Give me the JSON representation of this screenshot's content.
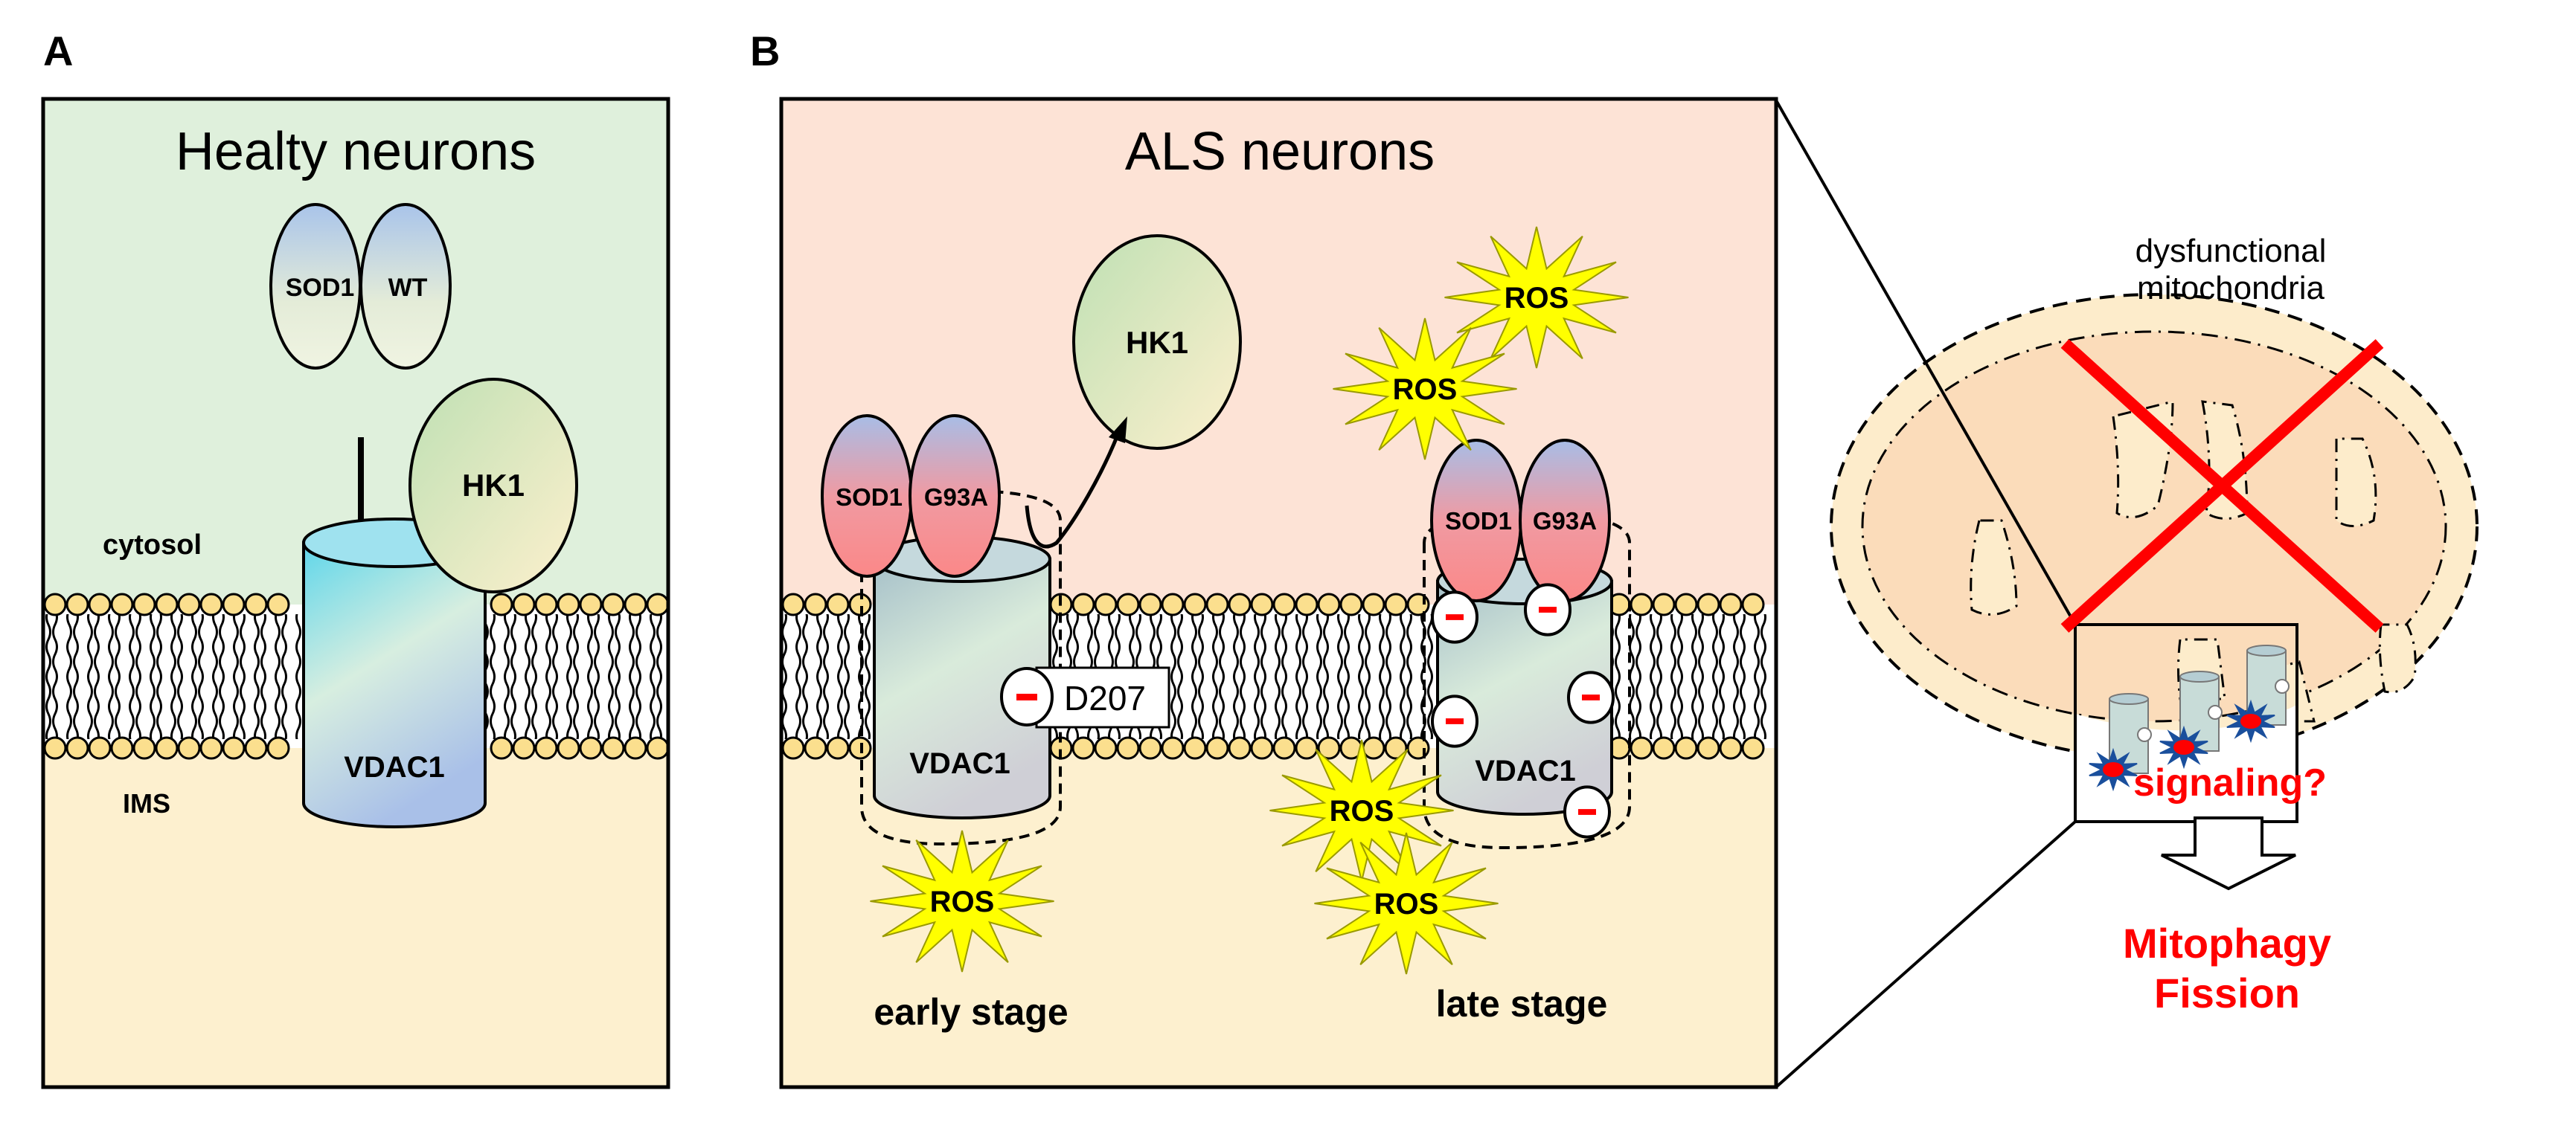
{
  "panels": {
    "a": {
      "label": "A",
      "title": "Healty neurons",
      "sod1_left": "SOD1",
      "sod1_right": "WT",
      "hk1": "HK1",
      "vdac1": "VDAC1",
      "cytosol": "cytosol",
      "ims": "IMS"
    },
    "b": {
      "label": "B",
      "title": "ALS neurons",
      "hk1": "HK1",
      "early": {
        "sod1_left": "SOD1",
        "sod1_right": "G93A",
        "vdac1": "VDAC1",
        "residue": "D207",
        "stage": "early stage"
      },
      "late": {
        "sod1_left": "SOD1",
        "sod1_right": "G93A",
        "vdac1": "VDAC1",
        "stage": "late stage"
      },
      "ros": "ROS"
    },
    "right": {
      "mito_line1": "dysfunctional",
      "mito_line2": "mitochondria",
      "signaling": "signaling?",
      "outcome_line1": "Mitophagy",
      "outcome_line2": "Fission"
    }
  },
  "colors": {
    "healthy_cytosol": "#dff0dc",
    "ims": "#fdf0cf",
    "als_cytosol": "#fde3d6",
    "lipid_head": "#fbdf8e",
    "ros_star": "#ffff00",
    "alert_red": "#ff0000",
    "mito_outer": "#fdeccb",
    "mito_inner": "#fbdcba"
  }
}
